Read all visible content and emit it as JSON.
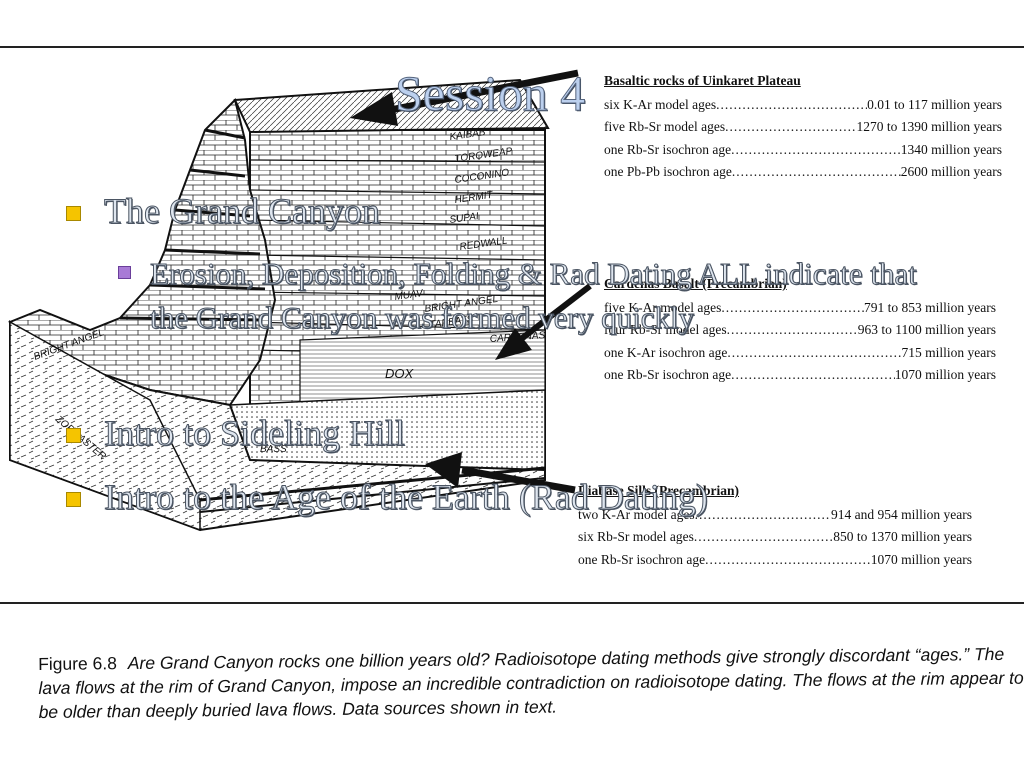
{
  "slide": {
    "title": "Session 4",
    "bullets": [
      {
        "text": "The Grand Canyon",
        "level": 1
      },
      {
        "text": "Erosion, Deposition, Folding & Rad Dating ALL indicate that the Grand Canyon was formed very quickly",
        "level": 2
      },
      {
        "text": "Intro to Sideling Hill",
        "level": 1
      },
      {
        "text": "Intro to the Age of the Earth (Rad Dating)",
        "level": 1
      }
    ]
  },
  "figure": {
    "layers": [
      "KAIBAB",
      "TOROWEAP",
      "COCONINO",
      "HERMIT",
      "SUPAI",
      "REDWALL",
      "MUAV",
      "BRIGHT ANGEL",
      "TAPEATS",
      "CARDENAS",
      "DOX",
      "BASS",
      "ZOROASTER"
    ],
    "tables": [
      {
        "heading": "Basaltic rocks of Uinkaret Plateau",
        "rows": [
          {
            "label": "six K-Ar model ages",
            "value": "0.01 to 117 million years"
          },
          {
            "label": "five Rb-Sr model ages",
            "value": "1270 to 1390 million years"
          },
          {
            "label": "one Rb-Sr isochron age",
            "value": "1340 million years"
          },
          {
            "label": "one Pb-Pb isochron age",
            "value": "2600 million years"
          }
        ]
      },
      {
        "heading": "Cardenas Basalt (Precambrian)",
        "rows": [
          {
            "label": "five K-Ar model ages",
            "value": "791 to 853 million years"
          },
          {
            "label": "four Rb-Sr model ages",
            "value": "963 to 1100 million years"
          },
          {
            "label": "one K-Ar isochron age",
            "value": "715 million years"
          },
          {
            "label": "one Rb-Sr isochron age",
            "value": "1070 million years"
          }
        ]
      },
      {
        "heading": "Diabase Sills (Precambrian)",
        "rows": [
          {
            "label": "two K-Ar model ages",
            "value": "914 and 954 million years"
          },
          {
            "label": "six Rb-Sr model ages",
            "value": "850 to 1370 million years"
          },
          {
            "label": "one Rb-Sr isochron age",
            "value": "1070 million years"
          }
        ]
      }
    ],
    "caption_label": "Figure 6.8",
    "caption_text": "Are Grand Canyon rocks one billion years old? Radioisotope dating methods give strongly discordant “ages.” The lava flows at the rim of Grand Canyon, impose an incredible contradiction on radioisotope dating. The flows at the rim appear to be older than deeply buried lava flows. Data sources shown in text."
  },
  "colors": {
    "bullet_marker": "#f5c400",
    "sub_bullet_marker": "#a87ad6",
    "title_fill": "#bcd0ee"
  }
}
